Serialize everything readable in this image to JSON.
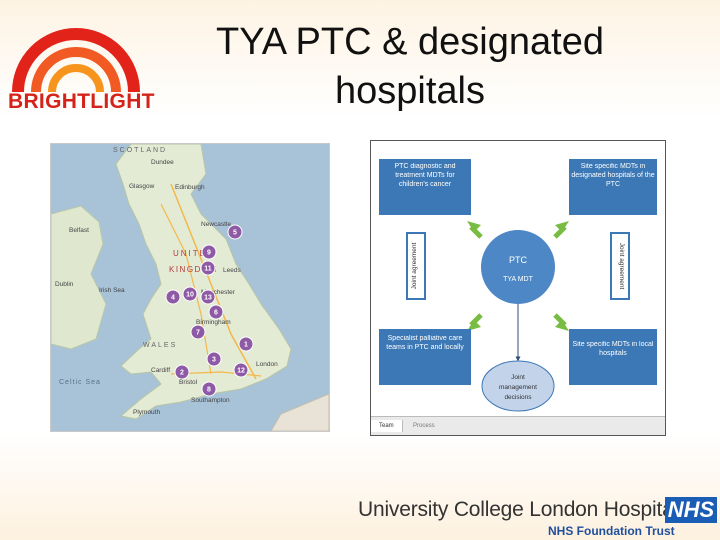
{
  "slide": {
    "title_line1": "TYA PTC & designated",
    "title_line2": "hospitals"
  },
  "logo": {
    "text": "BRIGHTLIGHT",
    "colors": [
      "#e2231a",
      "#f15a22",
      "#f7941d"
    ]
  },
  "map": {
    "labels": {
      "scotland": "SCOTLAND",
      "dundee": "Dundee",
      "edinburgh": "Edinburgh",
      "glasgow": "Glasgow",
      "united": "UNITED",
      "kingdom": "KINGDOM",
      "irish_sea": "Irish Sea",
      "wales": "WALES",
      "celtic_sea": "Celtic Sea",
      "cardiff": "Cardiff",
      "london": "London",
      "plymouth": "Plymouth",
      "newcastle": "Newcastle",
      "leeds": "Leeds",
      "manchester": "Manchester",
      "birmingham": "Birmingham",
      "bristol": "Bristol",
      "belfast": "Belfast",
      "dublin": "Dublin",
      "southampton": "Southampton"
    },
    "markers": [
      "5",
      "9",
      "11",
      "4",
      "10",
      "13",
      "6",
      "7",
      "1",
      "3",
      "12",
      "2",
      "8"
    ],
    "marker_color": "#8e5aa6"
  },
  "diagram": {
    "box_top_left": "PTC diagnostic and treatment MDTs for children's cancer",
    "box_top_right": "Site specific MDTs in designated hospitals of the PTC",
    "box_bottom_left": "Specialist palliative care teams in PTC and locally",
    "box_bottom_right": "Site specific MDTs in local hospitals",
    "left_vertical": "Joint agreement",
    "right_vertical": "Joint agreement",
    "center_line1": "PTC",
    "center_line2": "TYA MDT",
    "bottom_circle_line1": "Joint",
    "bottom_circle_line2": "management",
    "bottom_circle_line3": "decisions",
    "tab_team": "Team",
    "tab_process": "Process",
    "colors": {
      "box": "#3c78b5",
      "circle": "#4d87c5",
      "arrow": "#79bc44"
    }
  },
  "footer": {
    "org_name": "University College London Hospitals",
    "trust": "NHS Foundation Trust",
    "nhs_logo": "NHS"
  }
}
